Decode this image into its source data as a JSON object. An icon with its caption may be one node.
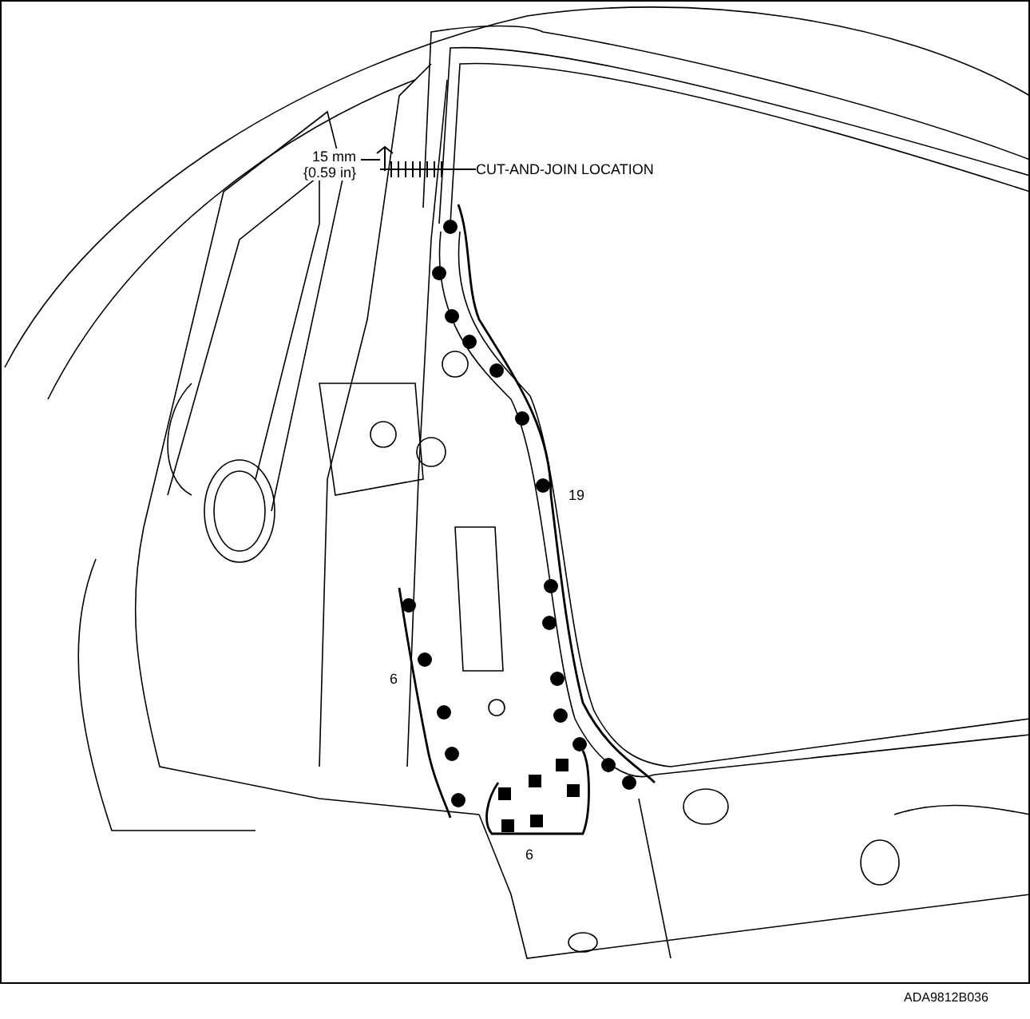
{
  "diagram": {
    "nodes": [
      {
        "text": [
          "CUT-AND-JOIN LOCATION"
        ]
      },
      {
        "text": [],
        "shape": "bar"
      }
    ],
    "edges": [
      {
        "from": 0,
        "to": 1,
        "arrow": "none"
      }
    ],
    "labels": [
      "15 mm {0.59 in}",
      "19",
      "6",
      "6",
      "ADA9812B036"
    ]
  }
}
